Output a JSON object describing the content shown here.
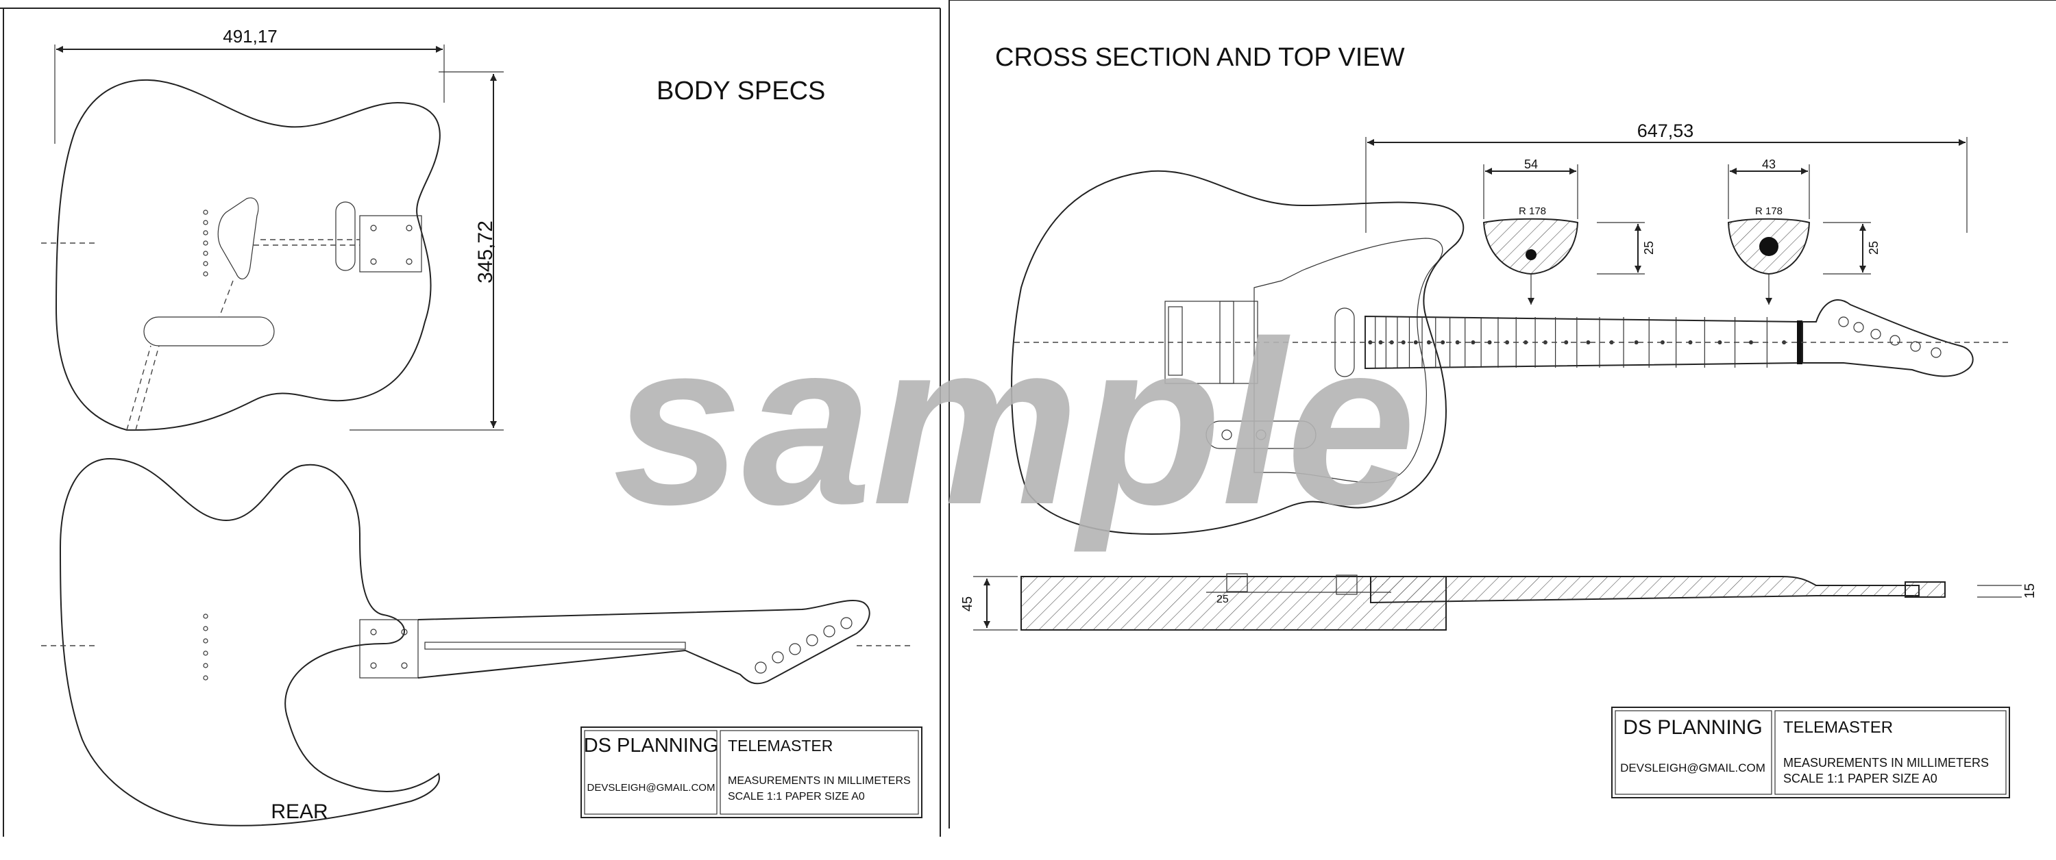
{
  "left_sheet": {
    "title": "BODY SPECS",
    "rear_label": "REAR",
    "dim_width": "491,17",
    "dim_height": "345,72"
  },
  "right_sheet": {
    "title": "CROSS SECTION AND TOP VIEW",
    "dim_scale_length": "647,53",
    "neck_section_1": {
      "width": "54",
      "radius": "R 178",
      "depth": "25"
    },
    "neck_section_2": {
      "width": "43",
      "radius": "R 178",
      "depth": "25"
    },
    "body_thickness": "45",
    "pocket_depth": "25",
    "headstock_thickness": "15"
  },
  "title_blocks": [
    {
      "company": "DS PLANNING",
      "email": "DEVSLEIGH@GMAIL.COM",
      "model": "TELEMASTER",
      "note_1": "MEASUREMENTS IN MILLIMETERS",
      "note_2": "SCALE 1:1  PAPER SIZE A0"
    },
    {
      "company": "DS PLANNING",
      "email": "DEVSLEIGH@GMAIL.COM",
      "model": "TELEMASTER",
      "note_1": "MEASUREMENTS IN MILLIMETERS",
      "note_2": "SCALE 1:1  PAPER SIZE A0"
    }
  ],
  "watermark": "sample"
}
